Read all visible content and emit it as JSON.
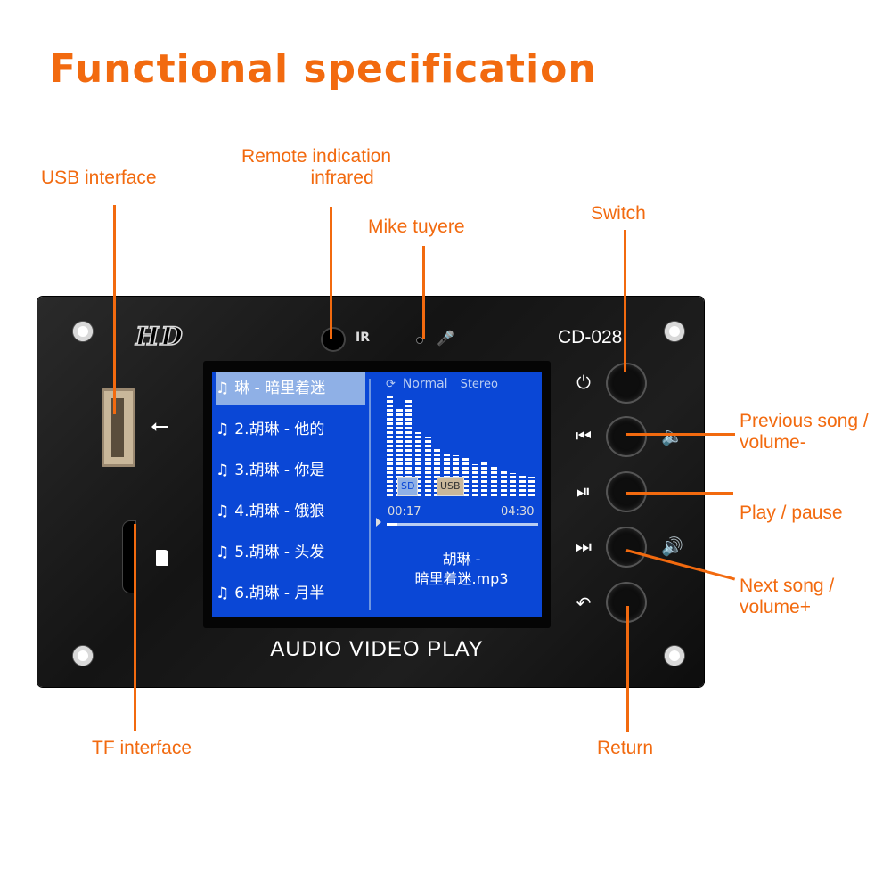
{
  "title": "Functional specification",
  "labels": {
    "usb": "USB interface",
    "remote": [
      "Remote indication",
      "infrared"
    ],
    "mike": "Mike tuyere",
    "switch": "Switch",
    "prev": [
      "Previous song /",
      "volume-"
    ],
    "play": "Play / pause",
    "next": [
      "Next song /",
      "volume+"
    ],
    "tf": "TF interface",
    "ret": "Return"
  },
  "device": {
    "logo": "HD",
    "model": "CD-028",
    "ir_text": "IR",
    "caption": "AUDIO VIDEO PLAY",
    "icons": [
      "usb-icon",
      "sd-card-icon",
      "microphone-icon",
      "power-icon",
      "previous-icon",
      "play-pause-icon",
      "next-icon",
      "return-icon",
      "volume-down-icon",
      "volume-up-icon"
    ]
  },
  "screen": {
    "playlist": [
      "琳 - 暗里着迷",
      "2.胡琳 - 他的",
      "3.胡琳 - 你是",
      "4.胡琳 - 饿狼",
      "5.胡琳 - 头发",
      "6.胡琳 - 月半"
    ],
    "mode": "Normal",
    "channel": "Stereo",
    "badge_sd": "SD",
    "badge_usb": "USB",
    "time_current": "00:17",
    "time_total": "04:30",
    "song_line1": "胡琳 -",
    "song_line2": "暗里着迷.mp3",
    "progress": 0.07,
    "eq_levels": [
      0.95,
      0.82,
      0.9,
      0.6,
      0.55,
      0.45,
      0.42,
      0.38,
      0.36,
      0.3,
      0.32,
      0.28,
      0.25,
      0.22,
      0.2,
      0.18
    ]
  },
  "colors": {
    "accent": "#f26a0f",
    "screen": "#0a47d6",
    "panel": "#1a1a1a"
  }
}
